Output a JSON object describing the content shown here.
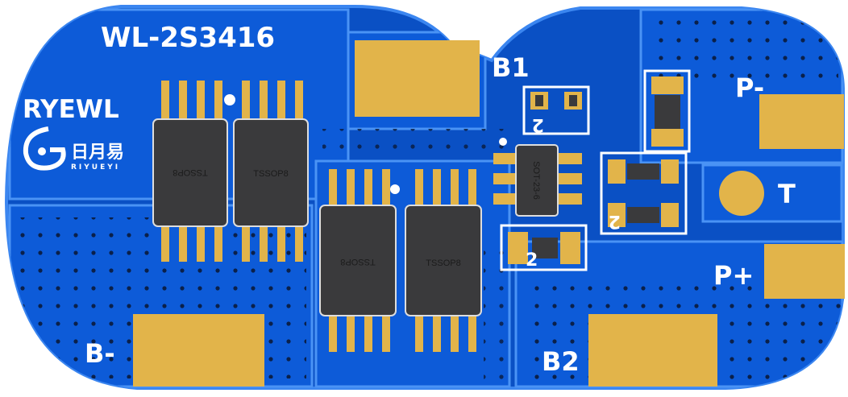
{
  "board": {
    "model": "WL-2S3416",
    "brand": "RYEWL",
    "logo_cn": "日月易",
    "logo_en": "RIYUEYI"
  },
  "pads": {
    "b_minus": "B-",
    "b1": "B1",
    "b2": "B2",
    "p_minus": "P-",
    "p_plus": "P+",
    "t": "T"
  },
  "chips": {
    "mosfet_label": "TSSOP8",
    "ic_label": "SOT-23-6"
  },
  "markings": {
    "cap_label": "2"
  },
  "colors": {
    "board_blue": "#0b5bd3",
    "copper_blue": "#1a6fe6",
    "gold_pad": "#e2b44a",
    "chip_body": "#3a3a3c",
    "silkscreen": "#ffffff"
  }
}
